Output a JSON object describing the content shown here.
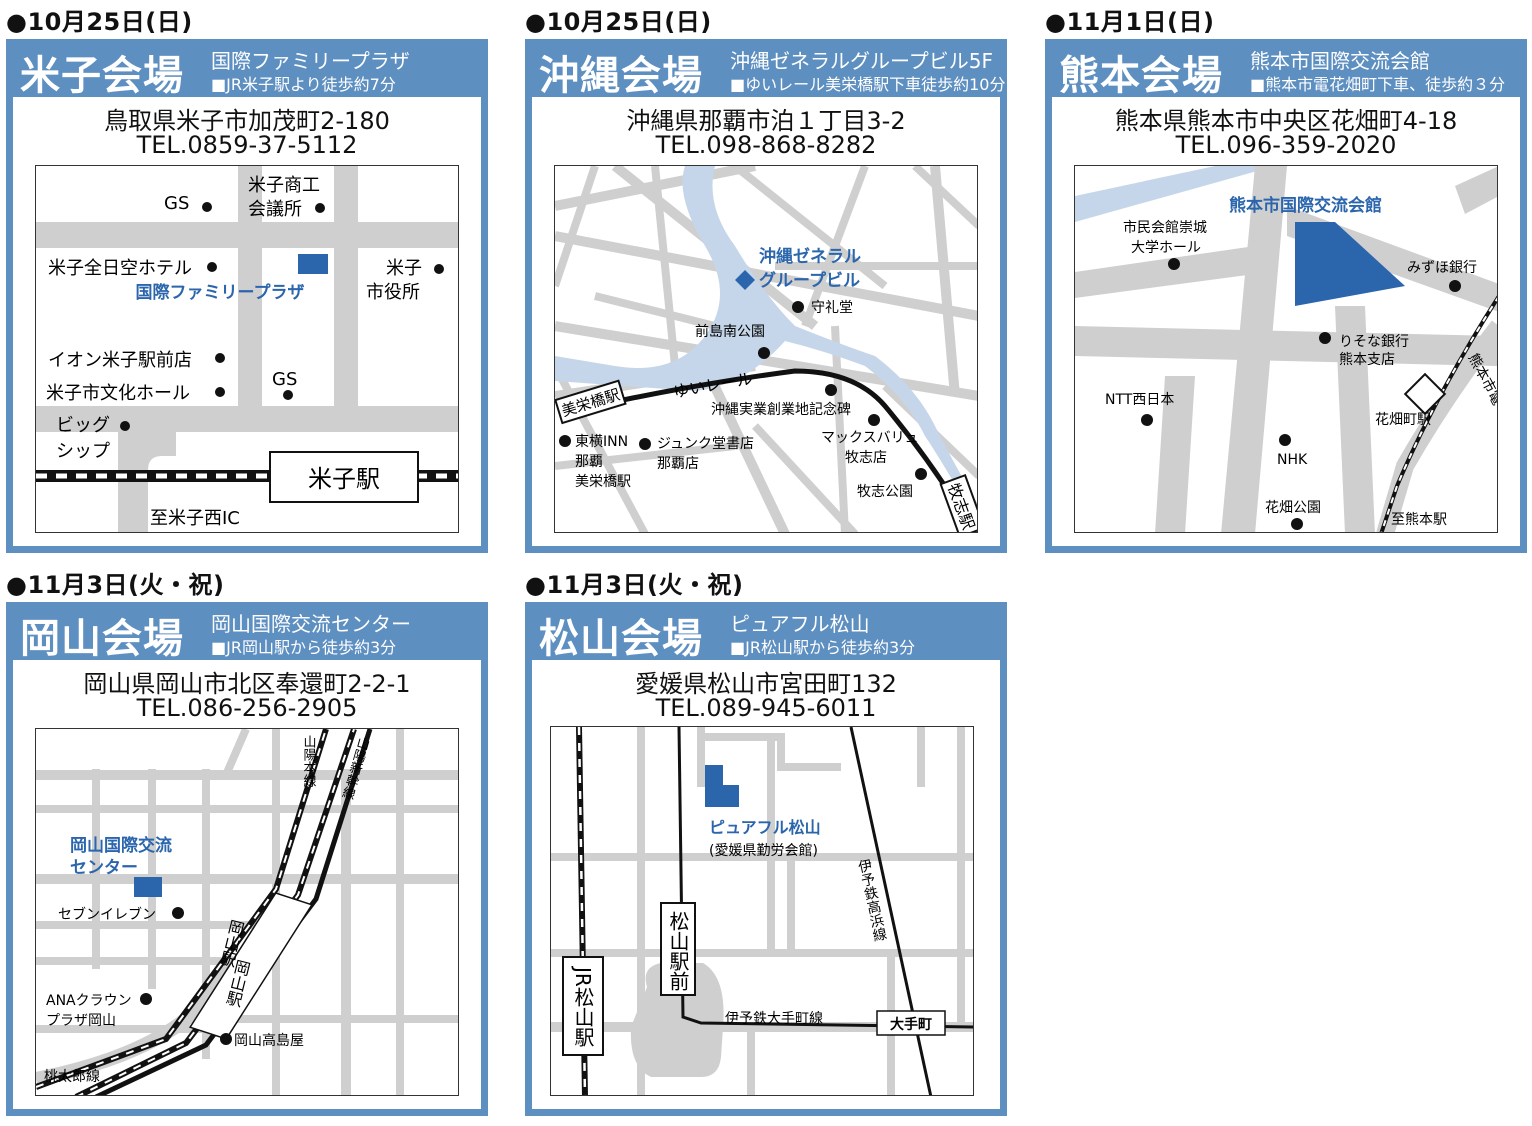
{
  "sections": [
    {
      "date": "●10月25日(日)",
      "venue": "米子会場",
      "facility": "国際ファミリープラザ",
      "access": "■JR米子駅より徒歩約7分",
      "address": "鳥取県米子市加茂町2-180",
      "tel": "TEL.0859-37-5112"
    },
    {
      "date": "●10月25日(日)",
      "venue": "沖縄会場",
      "facility": "沖縄ゼネラルグループビル5F",
      "access": "■ゆいレール美栄橋駅下車徒歩約10分",
      "address": "沖縄県那覇市泊１丁目3-2",
      "tel": "TEL.098-868-8282"
    },
    {
      "date": "●11月1日(日)",
      "venue": "熊本会場",
      "facility": "熊本市国際交流会館",
      "access": "■熊本市電花畑町下車、徒歩約３分",
      "address": "熊本県熊本市中央区花畑町4-18",
      "tel": "TEL.096-359-2020"
    },
    {
      "date": "●11月3日(火・祝)",
      "venue": "岡山会場",
      "facility": "岡山国際交流センター",
      "access": "■JR岡山駅から徒歩約3分",
      "address": "岡山県岡山市北区奉還町2-2-1",
      "tel": "TEL.086-256-2905"
    },
    {
      "date": "●11月3日(火・祝)",
      "venue": "松山会場",
      "facility": "ピュアフル松山",
      "access": "■JR松山駅から徒歩約3分",
      "address": "愛媛県松山市宮田町132",
      "tel": "TEL.089-945-6011"
    }
  ],
  "maps": {
    "yonago": {
      "gs1": "GS",
      "cci1": "米子商工",
      "cci2": "会議所",
      "ana": "米子全日空ホテル",
      "venue": "国際ファミリープラザ",
      "city1": "米子",
      "city2": "市役所",
      "aeon": "イオン米子駅前店",
      "hall": "米子市文化ホール",
      "gs2": "GS",
      "big1": "ビッグ",
      "big2": "シップ",
      "station": "米子駅",
      "ic": "至米子西IC"
    },
    "okinawa": {
      "venue1": "沖縄ゼネラル",
      "venue2": "グループビル",
      "shurei": "守礼堂",
      "maeshima": "前島南公園",
      "yui": "ゆいレール",
      "jitsugyo": "沖縄実業創業地記念碑",
      "miebashi": "美栄橋駅",
      "toyoko1": "東横INN",
      "toyoko2": "那覇",
      "toyoko3": "美栄橋駅",
      "junku1": "ジュンク堂書店",
      "junku2": "那覇店",
      "maxv1": "マックスバリュ",
      "maxv2": "牧志店",
      "makishipark": "牧志公園",
      "makishi": "牧志駅"
    },
    "kumamoto": {
      "venue": "熊本市国際交流会館",
      "shimin1": "市民会館崇城",
      "shimin2": "大学ホール",
      "mizuho": "みずほ銀行",
      "resona1": "りそな銀行",
      "resona2": "熊本支店",
      "ntt": "NTT西日本",
      "nhk": "NHK",
      "hanabata_st": "花畑町駅",
      "hanabata_park": "花畑公園",
      "tram": "熊本市電",
      "tostation": "至熊本駅"
    },
    "okayama": {
      "sanyo_main": "山陽本線",
      "shinkansen": "山陽新幹線",
      "venue1": "岡山国際交流",
      "venue2": "センター",
      "seven": "セブンイレブン",
      "station": "岡山駅",
      "ana1": "ANAクラウン",
      "ana2": "プラザ岡山",
      "takashimaya": "岡山高島屋",
      "momotaro": "桃太郎線"
    },
    "matsuyama": {
      "venue": "ピュアフル松山",
      "venue_sub": "(愛媛県勤労会館)",
      "iyo_takahama": "伊予鉄高浜線",
      "ekimae": "松山駅前",
      "jr": "JR松山駅",
      "otemachi_line": "伊予鉄大手町線",
      "otemachi": "大手町"
    }
  },
  "colors": {
    "header": "#5e8fc1",
    "road": "#cfcfcf",
    "venue": "#2b66ad",
    "water": "#c6d6ea"
  }
}
